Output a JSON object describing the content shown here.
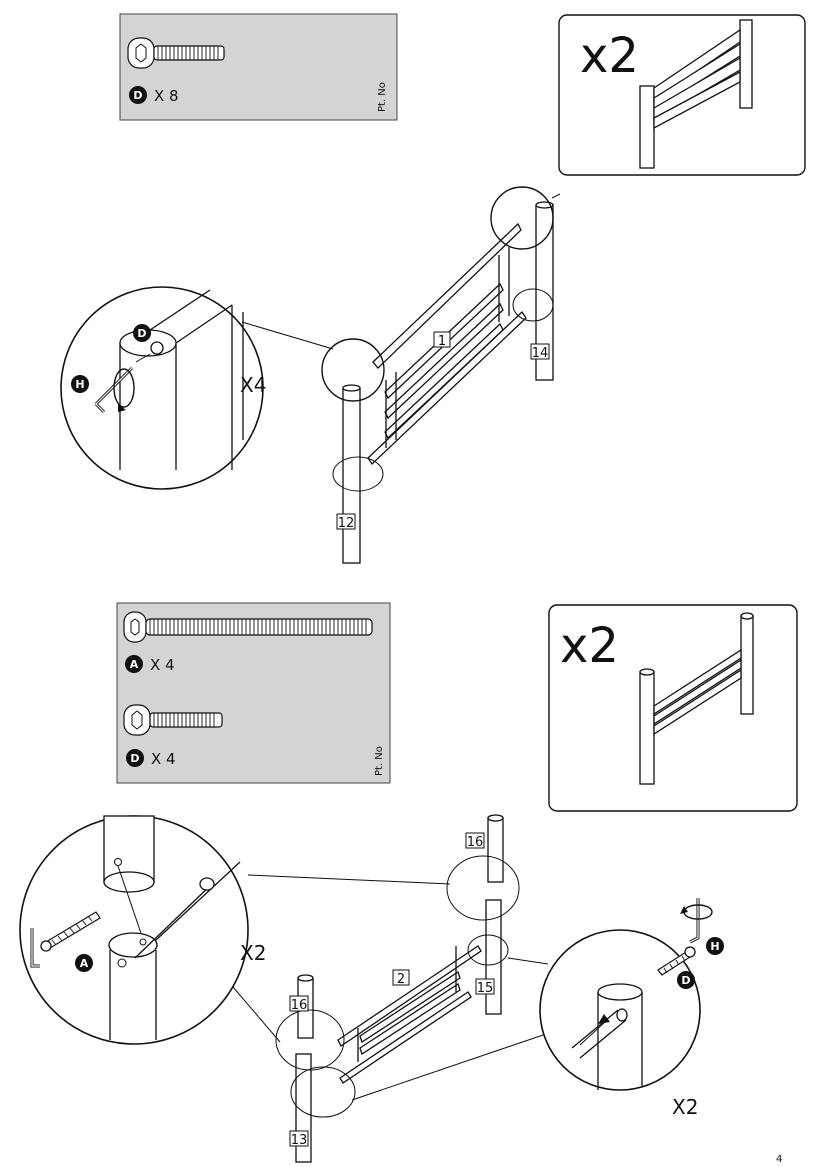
{
  "step1": {
    "parts_panel": {
      "hardware": [
        {
          "letter": "D",
          "qty": "X 8"
        }
      ],
      "pt_no": "Pt. No"
    },
    "repeat_box": "x2",
    "detail_multiplier": "X4",
    "detail_badges": {
      "screw": "D",
      "tool": "H"
    },
    "part_labels": {
      "rail": "1",
      "post_left": "12",
      "post_right": "14"
    }
  },
  "step2": {
    "parts_panel": {
      "hardware": [
        {
          "letter": "A",
          "qty": "X 4"
        },
        {
          "letter": "D",
          "qty": "X 4"
        }
      ],
      "pt_no": "Pt. No"
    },
    "repeat_box": "x2",
    "detail_left_multiplier": "X2",
    "detail_right_multiplier": "X2",
    "detail_badges": {
      "bolt": "A",
      "screw": "D",
      "tool": "H"
    },
    "part_labels": {
      "rail": "2",
      "post_top_a": "16",
      "post_top_b": "16",
      "post_right": "15",
      "post_left": "13"
    }
  },
  "page_number": "4",
  "icons": [
    "screw-icon",
    "bolt-icon",
    "hex-key-icon",
    "rotation-arrow-icon"
  ]
}
